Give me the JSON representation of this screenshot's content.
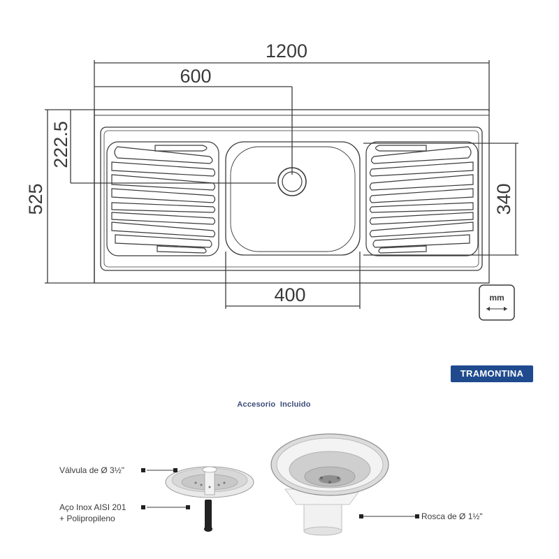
{
  "dimensions": {
    "total_length": "1200",
    "bowl_center_offset": "600",
    "depth_to_drain": "222.5",
    "total_width": "525",
    "bowl_depth": "340",
    "bowl_width": "400"
  },
  "unit_badge": {
    "label": "mm"
  },
  "brand": {
    "name": "TRAMONTINA"
  },
  "accessory": {
    "heading": "Accesorio  Incluido",
    "valve_label": "Válvula de Ø 3½\"",
    "material_line1": "Aço Inox AISI 201",
    "material_line2": "+ Polipropileno",
    "thread_label": "Rosca de Ø 1½\""
  },
  "colors": {
    "line": "#3a3a3a",
    "brand_blue": "#1f4b8e",
    "heading_blue": "#3b4c7a"
  }
}
